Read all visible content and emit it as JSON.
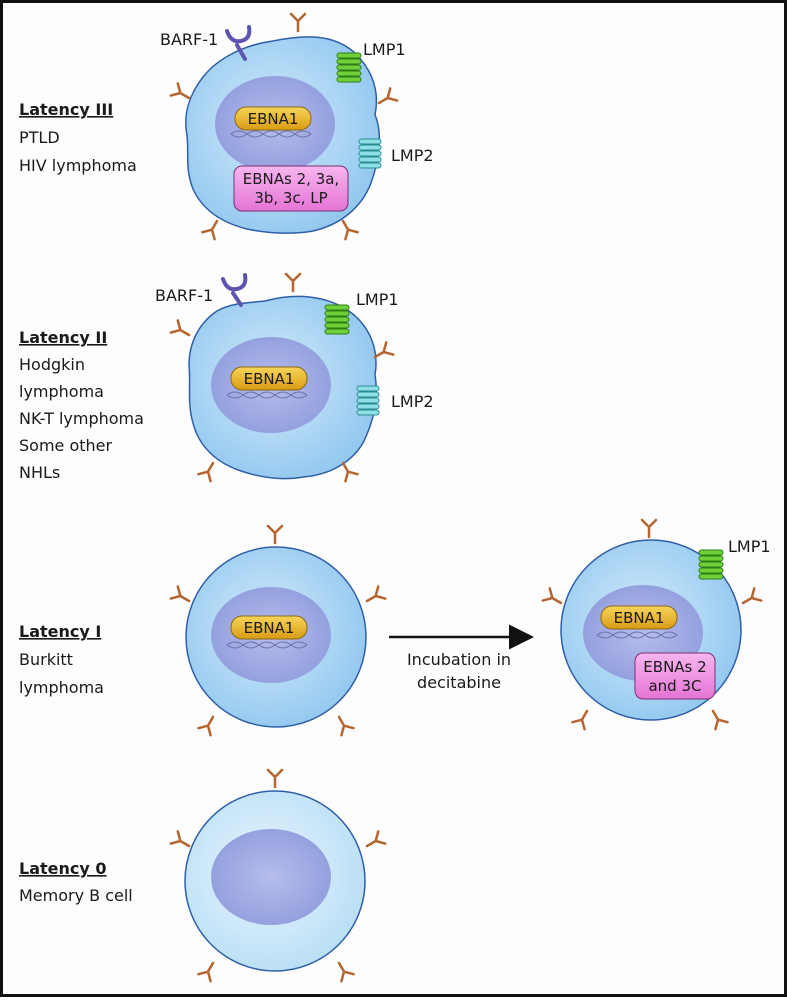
{
  "latency_iii": {
    "heading": "Latency III",
    "lines": [
      "PTLD",
      "HIV lymphoma"
    ],
    "ebna1": "EBNA1",
    "barf": "BARF-1",
    "lmp1": "LMP1",
    "lmp2": "LMP2",
    "ebnas_lines": [
      "EBNAs 2, 3a,",
      "3b, 3c, LP"
    ]
  },
  "latency_ii": {
    "heading": "Latency II",
    "lines": [
      "Hodgkin",
      "lymphoma",
      "NK-T lymphoma",
      "Some other",
      "NHLs"
    ],
    "ebna1": "EBNA1",
    "barf": "BARF-1",
    "lmp1": "LMP1",
    "lmp2": "LMP2"
  },
  "latency_i": {
    "heading": "Latency I",
    "lines": [
      "Burkitt",
      "lymphoma"
    ],
    "ebna1": "EBNA1",
    "arrow_lines": [
      "Incubation in",
      "decitabine"
    ],
    "treated_ebna1": "EBNA1",
    "treated_lmp1": "LMP1",
    "treated_ebnas_lines": [
      "EBNAs 2",
      "and 3C"
    ]
  },
  "latency_0": {
    "heading": "Latency 0",
    "lines": [
      "Memory B cell"
    ]
  },
  "colors": {
    "cell_fill": "#a9d3f3",
    "cell_stroke": "#2f5ea8",
    "nucleus": "#9aa6e0",
    "ebna1_fill": "#e8b52a",
    "ebnas_fill": "#f08ae0",
    "lmp1": "#5bbf2c",
    "lmp2": "#58c8d0",
    "barf": "#5c55b0",
    "antibody": "#b5652f"
  }
}
